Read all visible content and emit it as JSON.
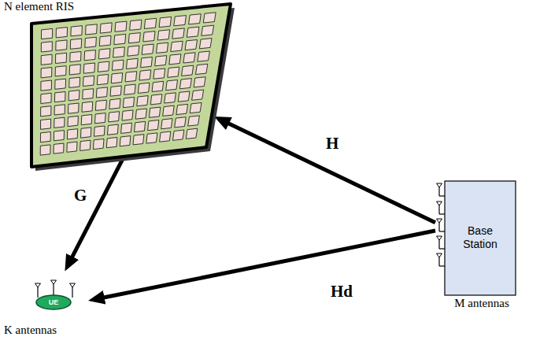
{
  "diagram": {
    "nodes": [
      {
        "text": [
          "N element RIS"
        ]
      },
      {
        "text": [
          "UE",
          "K antennas"
        ]
      },
      {
        "text": [
          "Base Station",
          "M antennas"
        ]
      }
    ],
    "edges": [
      {
        "from": 0,
        "to": 1,
        "arrow": "to",
        "label": "G"
      },
      {
        "from": 2,
        "to": 0,
        "arrow": "to",
        "label": "H"
      },
      {
        "from": 2,
        "to": 1,
        "arrow": "to",
        "label": "Hd"
      }
    ]
  }
}
